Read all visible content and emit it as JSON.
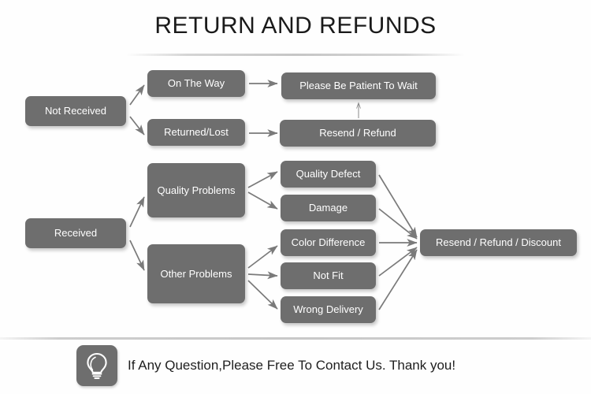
{
  "page": {
    "title": "RETURN AND REFUNDS",
    "background_color": "#fefefe",
    "box_fill_color": "#6e6e6e",
    "box_text_color": "#ffffff",
    "arrow_color": "#7a7a7a"
  },
  "flowchart": {
    "type": "flowchart",
    "branches": [
      {
        "root": "Not Received",
        "steps": [
          {
            "stage": "On The Way",
            "outcome": "Please Be Patient To Wait"
          },
          {
            "stage": "Returned/Lost",
            "outcome": "Resend / Refund"
          }
        ]
      },
      {
        "root": "Received",
        "steps": [
          {
            "stage": "Quality Problems",
            "reasons": [
              "Quality Defect",
              "Damage"
            ]
          },
          {
            "stage": "Other Problems",
            "reasons": [
              "Color Difference",
              "Not Fit",
              "Wrong Delivery"
            ]
          }
        ],
        "outcome": "Resend / Refund / Discount"
      }
    ]
  },
  "nodes": {
    "not_received": "Not Received",
    "on_the_way": "On The Way",
    "returned_lost": "Returned/Lost",
    "please_be_patient": "Please Be Patient To Wait",
    "resend_refund": "Resend / Refund",
    "received": "Received",
    "quality_problems": "Quality Problems",
    "other_problems": "Other Problems",
    "quality_defect": "Quality Defect",
    "damage": "Damage",
    "color_difference": "Color Difference",
    "not_fit": "Not Fit",
    "wrong_delivery": "Wrong Delivery",
    "resend_refund_discount": "Resend / Refund / Discount"
  },
  "footer": {
    "icon": "lightbulb-icon",
    "text": "If Any Question,Please Free To Contact Us. Thank you!"
  }
}
